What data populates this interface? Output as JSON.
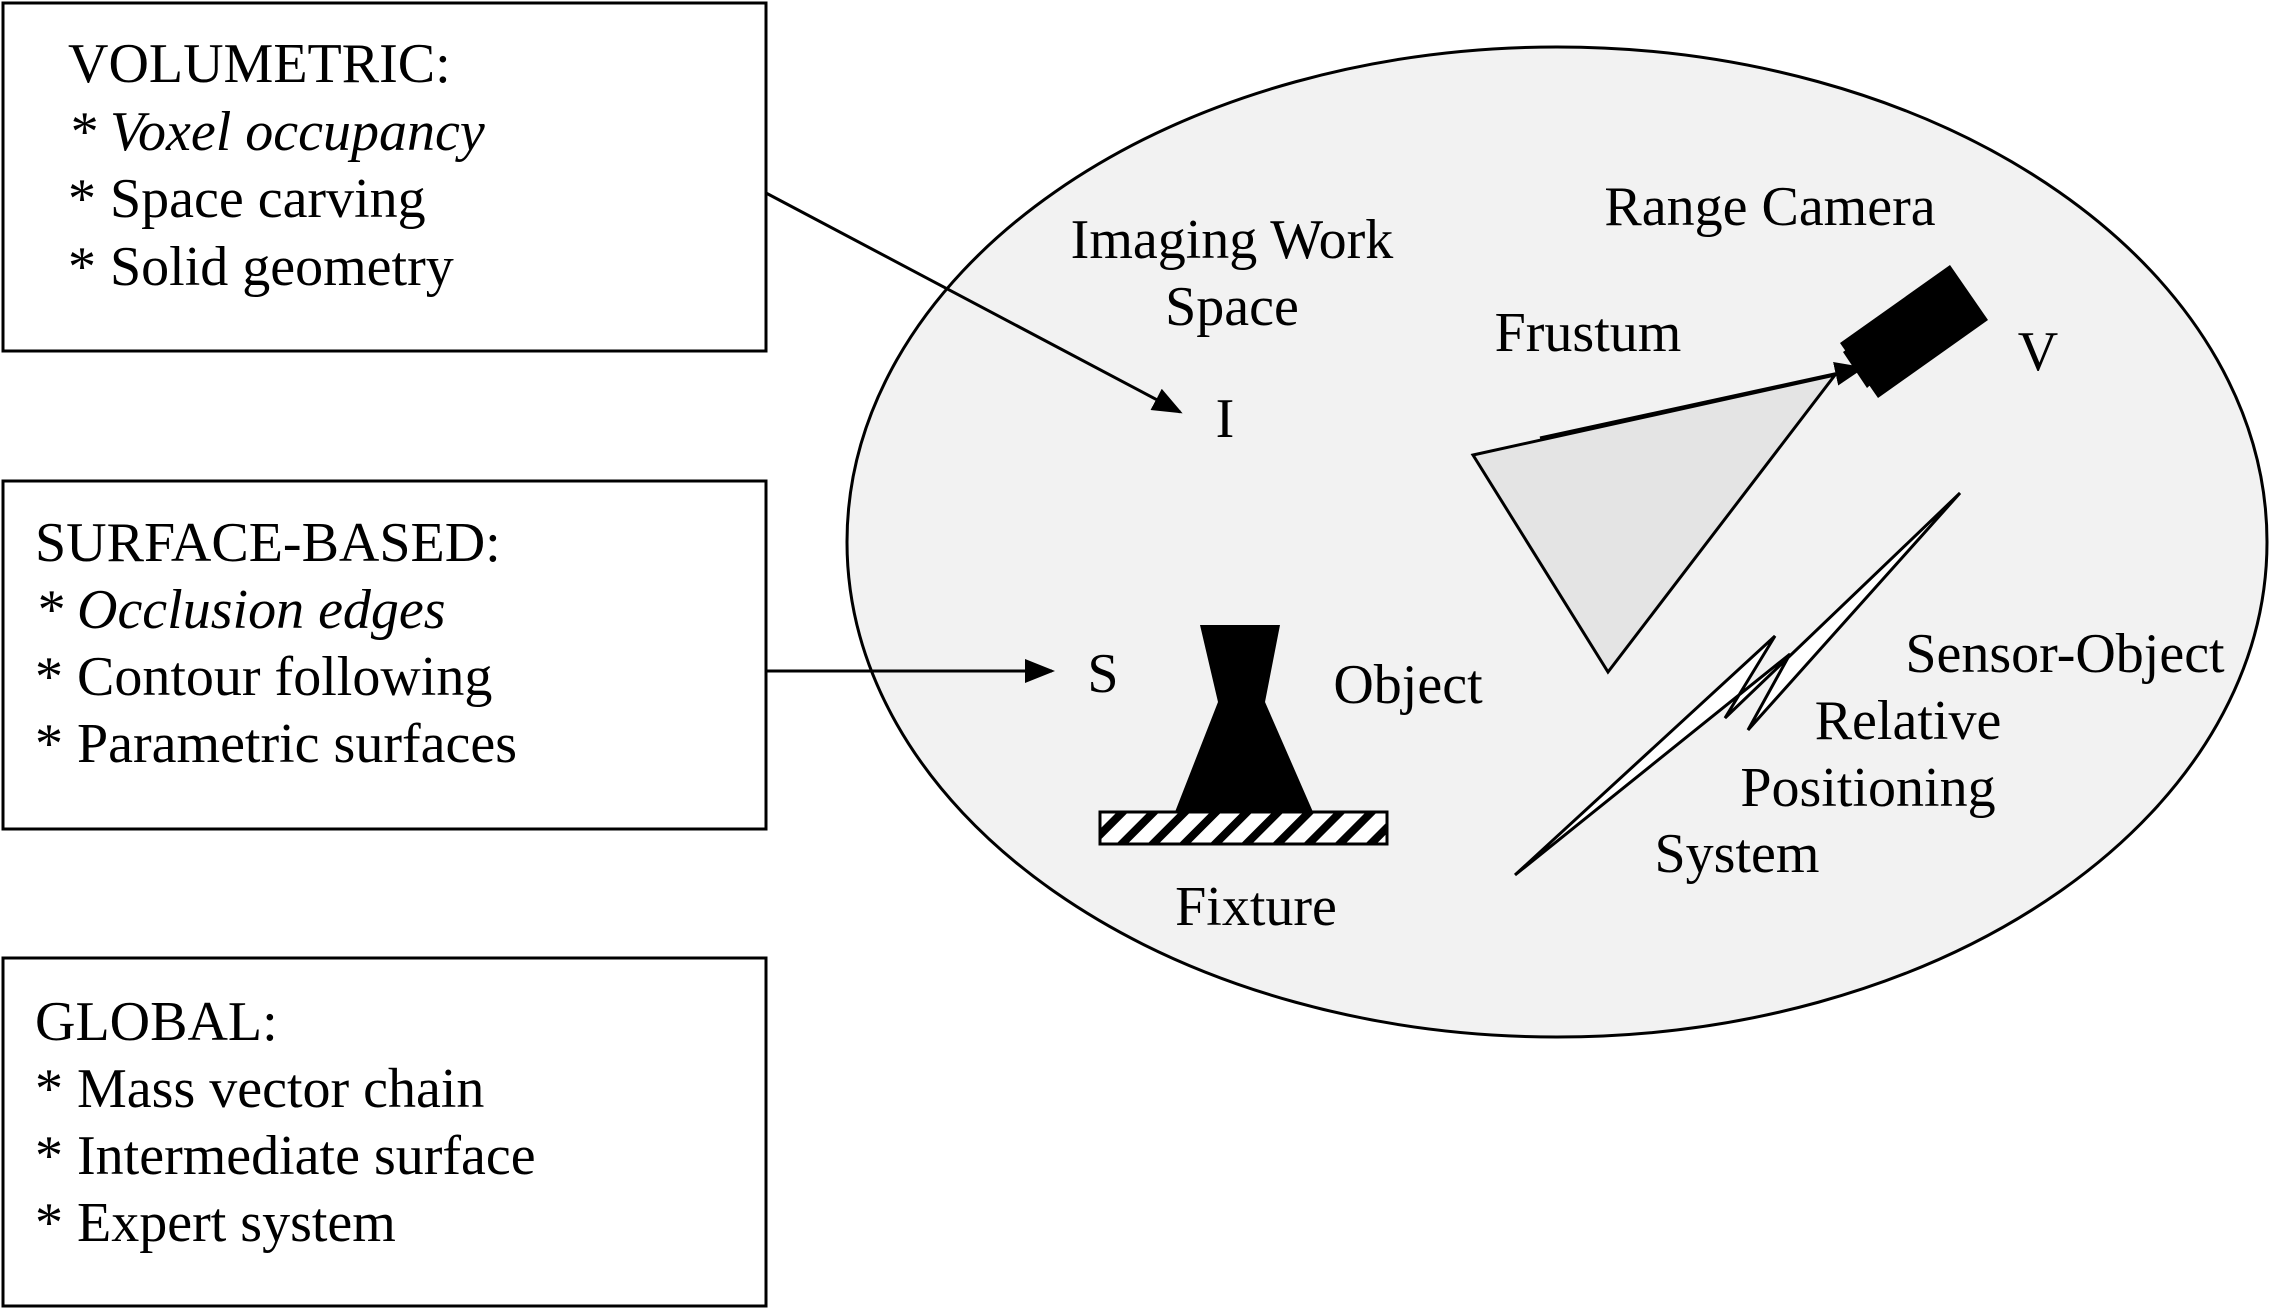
{
  "colors": {
    "stroke": "#000000",
    "ellipse_fill": "#f2f2f2",
    "frustum_fill": "#e4e4e4",
    "solid": "#000000"
  },
  "volumetric": {
    "heading": "VOLUMETRIC:",
    "items": [
      "* Voxel occupancy",
      "* Space carving",
      "* Solid geometry"
    ]
  },
  "surface": {
    "heading": "SURFACE-BASED:",
    "items": [
      "* Occlusion edges",
      "* Contour following",
      "* Parametric surfaces"
    ]
  },
  "global": {
    "heading": "GLOBAL:",
    "items": [
      "* Mass vector chain",
      "* Intermediate surface",
      "* Expert system"
    ]
  },
  "workspace": {
    "title_line1": "Imaging Work",
    "title_line2": "Space",
    "marker_i": "I",
    "range_camera": "Range Camera",
    "frustum": "Frustum",
    "marker_v": "V",
    "marker_s": "S",
    "object": "Object",
    "fixture": "Fixture",
    "positioning_line1": "Sensor-Object",
    "positioning_line2": "Relative",
    "positioning_line3": "Positioning",
    "positioning_line4": "System"
  }
}
